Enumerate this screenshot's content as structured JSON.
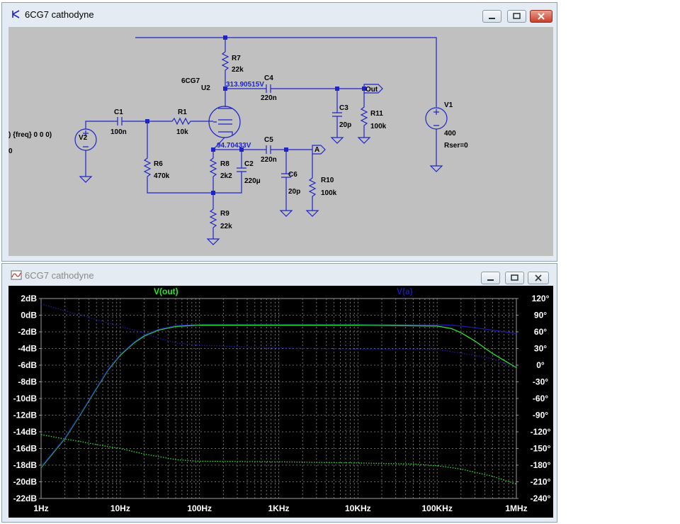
{
  "schematic_window": {
    "title": "6CG7 cathodyne",
    "labels": {
      "tube_model": "6CG7",
      "tube_ref": "U2",
      "r7": "R7",
      "r7_val": "22k",
      "c4": "C4",
      "c4_val": "220n",
      "node_plate": "313.90515V",
      "out": "Out",
      "c3": "C3",
      "c3_val": "20p",
      "r11": "R11",
      "r11_val": "100k",
      "v1": "V1",
      "v1_val": "400",
      "v1_rser": "Rser=0",
      "c1": "C1",
      "c1_val": "100n",
      "r1": "R1",
      "r1_val": "10k",
      "v2": "V2",
      "v2_ac": ") {freq} 0 0 0)",
      "v2_zero": "0",
      "node_cathode": "94.70433V",
      "c5": "C5",
      "c5_val": "220n",
      "a": "A",
      "r6": "R6",
      "r6_val": "470k",
      "r8": "R8",
      "r8_val": "2k2",
      "c2": "C2",
      "c2_val": "220μ",
      "c6": "C6",
      "c6_val": "20p",
      "r10": "R10",
      "r10_val": "100k",
      "r9": "R9",
      "r9_val": "22k"
    }
  },
  "plot_window": {
    "title": "6CG7 cathodyne"
  },
  "colors": {
    "trace_out": "#2ee62e",
    "trace_a": "#1a1aa8",
    "schematic_bg": "#c0c0c0",
    "wire": "#1f24c8"
  },
  "chart_data": {
    "type": "line",
    "x_scale": "log",
    "xlim": [
      1,
      1000000
    ],
    "x_ticks": [
      "1Hz",
      "10Hz",
      "100Hz",
      "1KHz",
      "10KHz",
      "100KHz",
      "1MHz"
    ],
    "ylim_left": [
      -22,
      2
    ],
    "y_left_ticks": [
      "2dB",
      "0dB",
      "-2dB",
      "-4dB",
      "-6dB",
      "-8dB",
      "-10dB",
      "-12dB",
      "-14dB",
      "-16dB",
      "-18dB",
      "-20dB",
      "-22dB"
    ],
    "ylim_right": [
      -240,
      120
    ],
    "y_right_ticks": [
      "120°",
      "90°",
      "60°",
      "30°",
      "0°",
      "-30°",
      "-60°",
      "-90°",
      "-120°",
      "-150°",
      "-180°",
      "-210°",
      "-240°"
    ],
    "grid": true,
    "series": [
      {
        "name": "V(out)",
        "magnitude_db": {
          "x": [
            1,
            2,
            3,
            5,
            7,
            10,
            15,
            20,
            30,
            50,
            100,
            1000,
            10000,
            100000,
            150000,
            200000,
            300000,
            500000,
            1000000
          ],
          "y": [
            -18.3,
            -14.8,
            -12.2,
            -8.8,
            -6.6,
            -4.8,
            -3.3,
            -2.5,
            -1.8,
            -1.35,
            -1.2,
            -1.2,
            -1.2,
            -1.3,
            -1.6,
            -2.1,
            -3.1,
            -4.6,
            -6.3
          ]
        },
        "phase_deg": {
          "x": [
            1,
            2,
            3,
            5,
            10,
            20,
            50,
            100,
            1000,
            10000,
            50000,
            100000,
            200000,
            500000,
            1000000
          ],
          "y": [
            -125,
            -133,
            -137,
            -143,
            -150,
            -160,
            -170,
            -173,
            -174,
            -176,
            -178,
            -181,
            -187,
            -200,
            -214
          ]
        }
      },
      {
        "name": "V(a)",
        "magnitude_db": {
          "x": [
            1,
            2,
            3,
            5,
            7,
            10,
            15,
            20,
            30,
            50,
            100,
            1000,
            10000,
            100000,
            150000,
            200000,
            300000,
            500000,
            1000000
          ],
          "y": [
            -18.2,
            -14.7,
            -12.1,
            -8.7,
            -6.5,
            -4.7,
            -3.2,
            -2.4,
            -1.7,
            -1.25,
            -1.1,
            -1.1,
            -1.1,
            -1.15,
            -1.2,
            -1.3,
            -1.5,
            -1.8,
            -2.2
          ]
        },
        "phase_deg": {
          "x": [
            1,
            2,
            5,
            10,
            20,
            30,
            50,
            100,
            1000,
            10000,
            100000,
            200000,
            500000,
            1000000
          ],
          "y": [
            110,
            98,
            82,
            70,
            58,
            49,
            40,
            36,
            31,
            29,
            28,
            22,
            12,
            -5
          ]
        }
      }
    ]
  }
}
